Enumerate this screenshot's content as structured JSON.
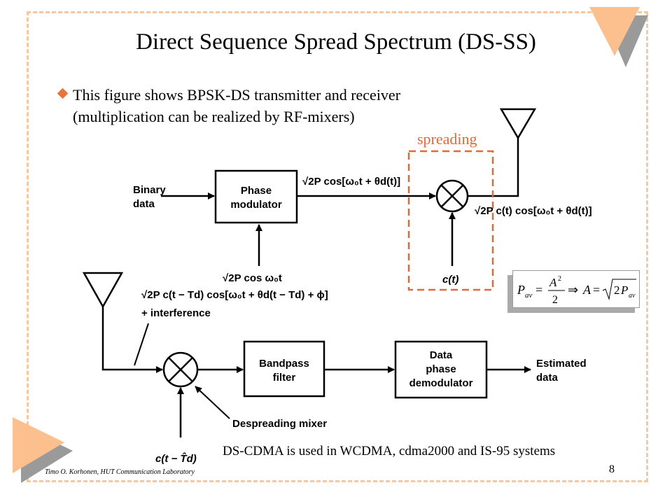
{
  "slide": {
    "title": "Direct Sequence Spread Spectrum (DS-SS)",
    "bullet_line1": "This figure shows BPSK-DS transmitter and receiver",
    "bullet_line2": "(multiplication can be realized by RF-mixers)",
    "spreading_label": "spreading",
    "cdma_note": "DS-CDMA is used in WCDMA, cdma2000 and IS-95 systems",
    "footer": "Timo O. Korhonen, HUT Communication Laboratory",
    "page_number": "8"
  },
  "diagram": {
    "tx_input_line1": "Binary",
    "tx_input_line2": "data",
    "phase_mod_line1": "Phase",
    "phase_mod_line2": "modulator",
    "tx_signal": "√2P cos[ω₀t + θd(t)]",
    "carrier": "√2P cos ω₀t",
    "tx_output": "√2P c(t) cos[ω₀t + θd(t)]",
    "code": "c(t)",
    "rx_signal_line1": "√2P c(t − Td) cos[ω₀t + θd(t − Td) + ϕ]",
    "rx_signal_line2": "+ interference",
    "bpf_line1": "Bandpass",
    "bpf_line2": "filter",
    "demod_line1": "Data",
    "demod_line2": "phase",
    "demod_line3": "demodulator",
    "rx_output_line1": "Estimated",
    "rx_output_line2": "data",
    "despread_label": "Despreading mixer",
    "rx_code": "c(t − T̂d)"
  },
  "formula": {
    "text": "Pav = A²/2 ⇒ A = √(2Pav)"
  },
  "colors": {
    "accent": "#e8743b",
    "frame": "#f6c8a2",
    "triangle": "#fbc08e",
    "shadow": "#aaaaaa"
  }
}
